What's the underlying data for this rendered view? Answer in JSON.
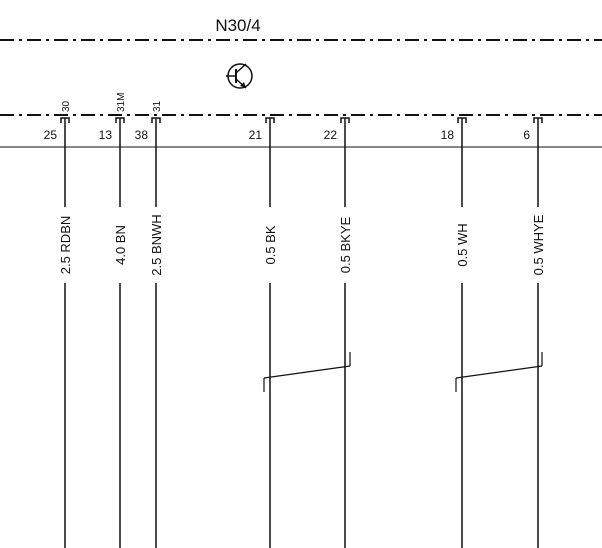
{
  "component": {
    "label": "N30/4",
    "symbol": "transistor-icon"
  },
  "pins": [
    {
      "number": "25",
      "terminal": "30",
      "wire": "2.5 RDBN"
    },
    {
      "number": "13",
      "terminal": "31M",
      "wire": "4.0 BN"
    },
    {
      "number": "38",
      "terminal": "31",
      "wire": "2.5 BNWH"
    },
    {
      "number": "21",
      "terminal": "",
      "wire": "0.5 BK"
    },
    {
      "number": "22",
      "terminal": "",
      "wire": "0.5 BKYE"
    },
    {
      "number": "18",
      "terminal": "",
      "wire": "0.5 WH"
    },
    {
      "number": "6",
      "terminal": "",
      "wire": "0.5 WHYE"
    }
  ],
  "twisted_pairs": [
    {
      "wires": [
        "0.5 BK",
        "0.5 BKYE"
      ]
    },
    {
      "wires": [
        "0.5 WH",
        "0.5 WHYE"
      ]
    }
  ],
  "colors": {
    "line": "#111111",
    "background": "#ffffff"
  }
}
